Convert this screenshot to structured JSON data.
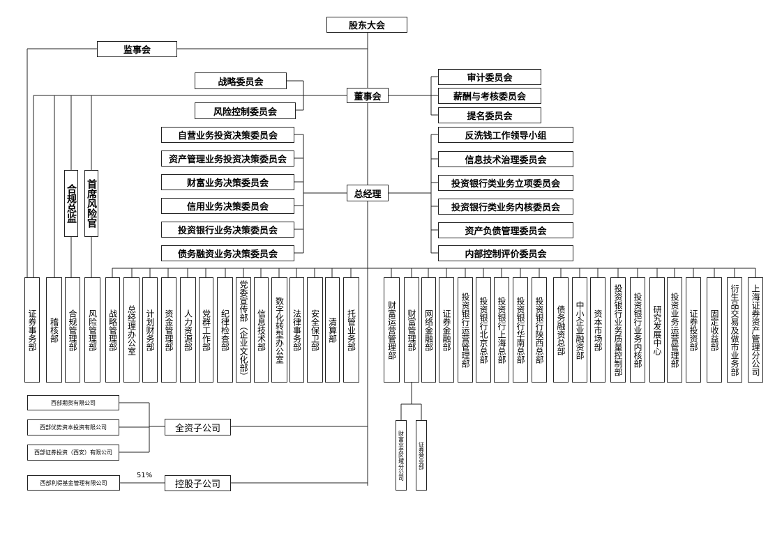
{
  "top": {
    "shareholders": "股东大会",
    "supervisory_board": "监事会",
    "board": "董事会",
    "general_manager": "总经理"
  },
  "board_committees_left": [
    "战略委员会",
    "风险控制委员会"
  ],
  "board_committees_right": [
    "审计委员会",
    "薪酬与考核委员会",
    "提名委员会"
  ],
  "gm_committees_left": [
    "自营业务投资决策委员会",
    "资产管理业务投资决策委员会",
    "财富业务决策委员会",
    "信用业务决策委员会",
    "投资银行业务决策委员会",
    "债务融资业务决策委员会"
  ],
  "gm_committees_right": [
    "反洗钱工作领导小组",
    "信息技术治理委员会",
    "投资银行类业务立项委员会",
    "投资银行类业务内核委员会",
    "资产负债管理委员会",
    "内部控制评价委员会"
  ],
  "officers": [
    "合规总监",
    "首席风险官"
  ],
  "departments": [
    "证券事务部",
    "稽核部",
    "合规管理部",
    "风险管理部",
    "战略管理部",
    "总经理办公室",
    "计划财务部",
    "资金管理部",
    "人力资源部",
    "党群工作部",
    "纪律检查部",
    "党委宣传部（企业文化部）",
    "信息技术部",
    "数字化转型办公室",
    "法律事务部",
    "安全保卫部",
    "清算部",
    "托管业务部",
    "财富运营管理部",
    "财富管理部",
    "网络金融部",
    "证券金融部",
    "投资银行运营管理部",
    "投资银行北京总部",
    "投资银行上海总部",
    "投资银行华南总部",
    "投资银行陕西总部",
    "债务融资总部",
    "中小企业融资部",
    "资本市场部",
    "投资银行业务质量控制部",
    "投资银行业务内核部",
    "研究发展中心",
    "投资业务运营管理部",
    "证券投资部",
    "固定收益部",
    "衍生品交易及做市业务部",
    "上海证券资产管理分公司"
  ],
  "wealth_units": [
    "财富业务区域分公司",
    "证券营业部"
  ],
  "subsidiaries": {
    "wholly_owned_label": "全资子公司",
    "wholly_owned": [
      "西部期货有限公司",
      "西部优势资本投资有限公司",
      "西部证券投资（西安）有限公司"
    ],
    "holding_label": "控股子公司",
    "holding": [
      "西部利得基金管理有限公司"
    ],
    "holding_share": "51%"
  }
}
